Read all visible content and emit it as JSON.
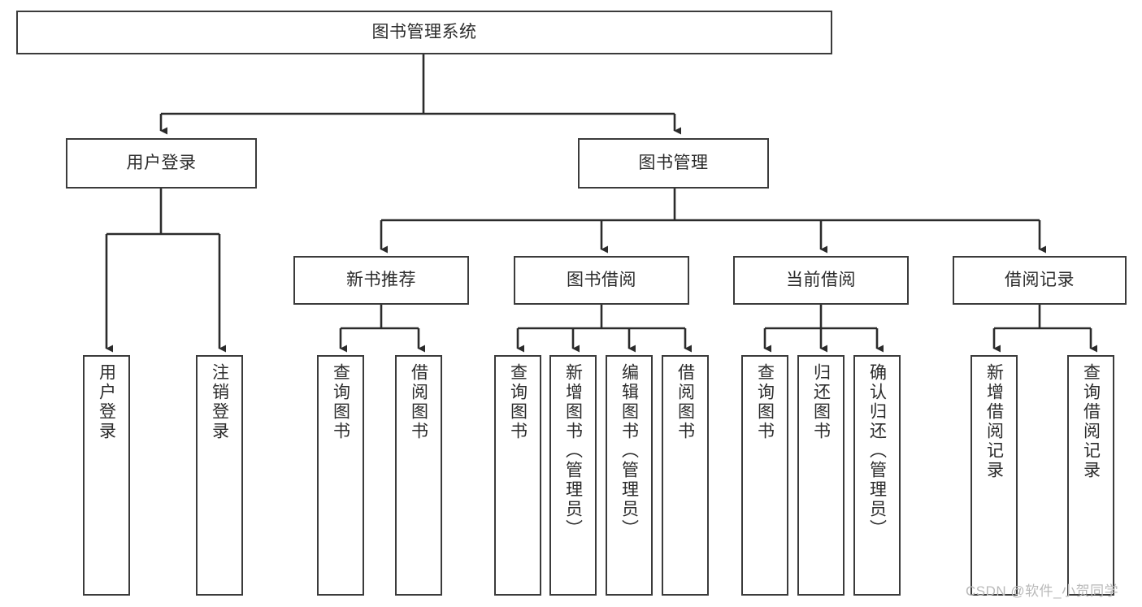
{
  "diagram": {
    "type": "hierarchy-tree",
    "title": "图书管理系统",
    "root": {
      "label": "图书管理系统"
    },
    "level2": [
      {
        "label": "用户登录"
      },
      {
        "label": "图书管理"
      }
    ],
    "level3": [
      {
        "label": "新书推荐"
      },
      {
        "label": "图书借阅"
      },
      {
        "label": "当前借阅"
      },
      {
        "label": "借阅记录"
      }
    ],
    "leaves": {
      "user_login": [
        {
          "label": "用户登录"
        },
        {
          "label": "注销登录"
        }
      ],
      "new_book_recommend": [
        {
          "label": "查询图书"
        },
        {
          "label": "借阅图书"
        }
      ],
      "book_borrow": [
        {
          "label": "查询图书"
        },
        {
          "label": "新增图书（管理员）"
        },
        {
          "label": "编辑图书（管理员）"
        },
        {
          "label": "借阅图书"
        }
      ],
      "current_borrow": [
        {
          "label": "查询图书"
        },
        {
          "label": "归还图书"
        },
        {
          "label": "确认归还（管理员）"
        }
      ],
      "borrow_record": [
        {
          "label": "新增借阅记录"
        },
        {
          "label": "查询借阅记录"
        }
      ]
    }
  },
  "watermark": {
    "text": "CSDN @软件_小贺同学"
  },
  "colors": {
    "border": "#3b3b3b",
    "connector": "#2b2b2b",
    "text": "#2b2b2b",
    "background": "#ffffff",
    "watermark": "#b9b9b9"
  }
}
